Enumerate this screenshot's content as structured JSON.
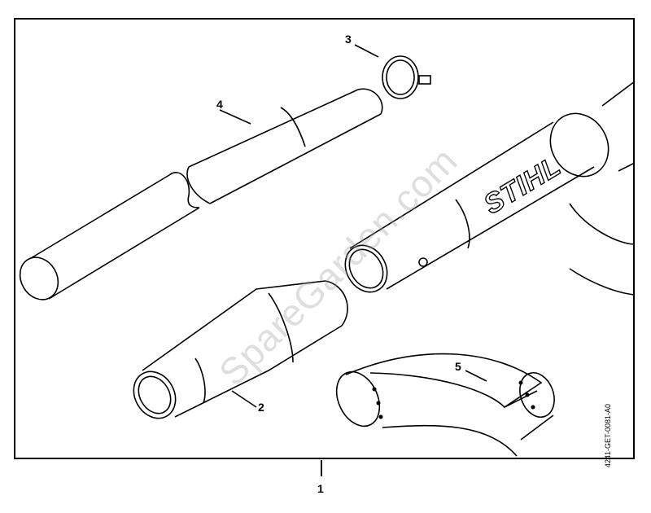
{
  "labels": {
    "p1": "1",
    "p2": "2",
    "p3": "3",
    "p4": "4",
    "p5": "5"
  },
  "drawing_code": "4241-GET-0081-A0",
  "watermark": "SpareGarden.com",
  "brand_mark": "STIHL"
}
